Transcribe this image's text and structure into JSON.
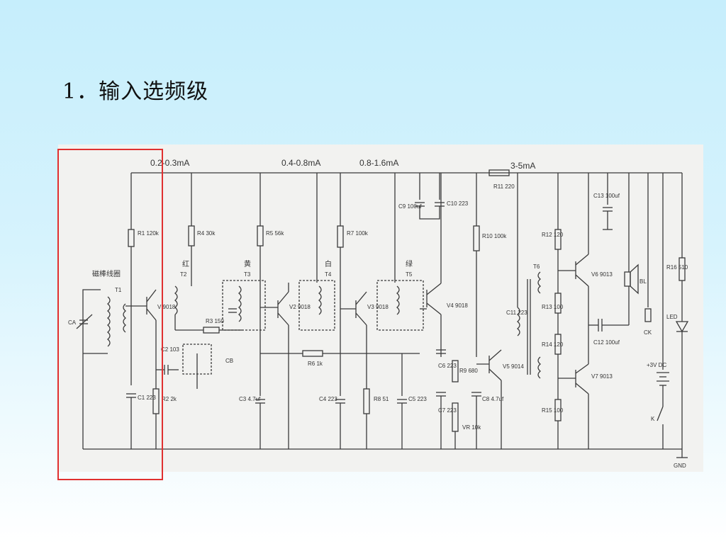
{
  "slide": {
    "title": "1．输入选频级"
  },
  "schematic": {
    "currents": [
      "0.2-0.3mA",
      "0.4-0.8mA",
      "0.8-1.6mA",
      "3-5mA"
    ],
    "coil_colors": [
      "红",
      "黄",
      "白",
      "绿"
    ],
    "antenna_label": "磁棒线圈",
    "ground_label": "GND",
    "components": [
      "R1 120k",
      "R4 30k",
      "R5 56k",
      "R7 100k",
      "R10 100k",
      "R11 220",
      "R12 120",
      "R13 100",
      "R14 120",
      "R15 100",
      "R16 510",
      "R2 2k",
      "R3 150",
      "R6 1k",
      "R8 51",
      "R9 680",
      "C1 223",
      "C2 103",
      "C3 4.7uf",
      "C4 223",
      "C5 223",
      "C6 223",
      "C7 223",
      "C8 4.7uf",
      "C9 100uf",
      "C10 223",
      "C11 223",
      "C12 100uf",
      "C13 100uf",
      "T1",
      "T2",
      "T3",
      "T4",
      "T5",
      "T6",
      "V 9018",
      "V2 9018",
      "V3 9018",
      "V4 9018",
      "V5 9014",
      "V6 9013",
      "V7 9013",
      "CA",
      "CB",
      "VR 10k",
      "BL",
      "CK",
      "LED",
      "+3V DC",
      "K"
    ]
  }
}
